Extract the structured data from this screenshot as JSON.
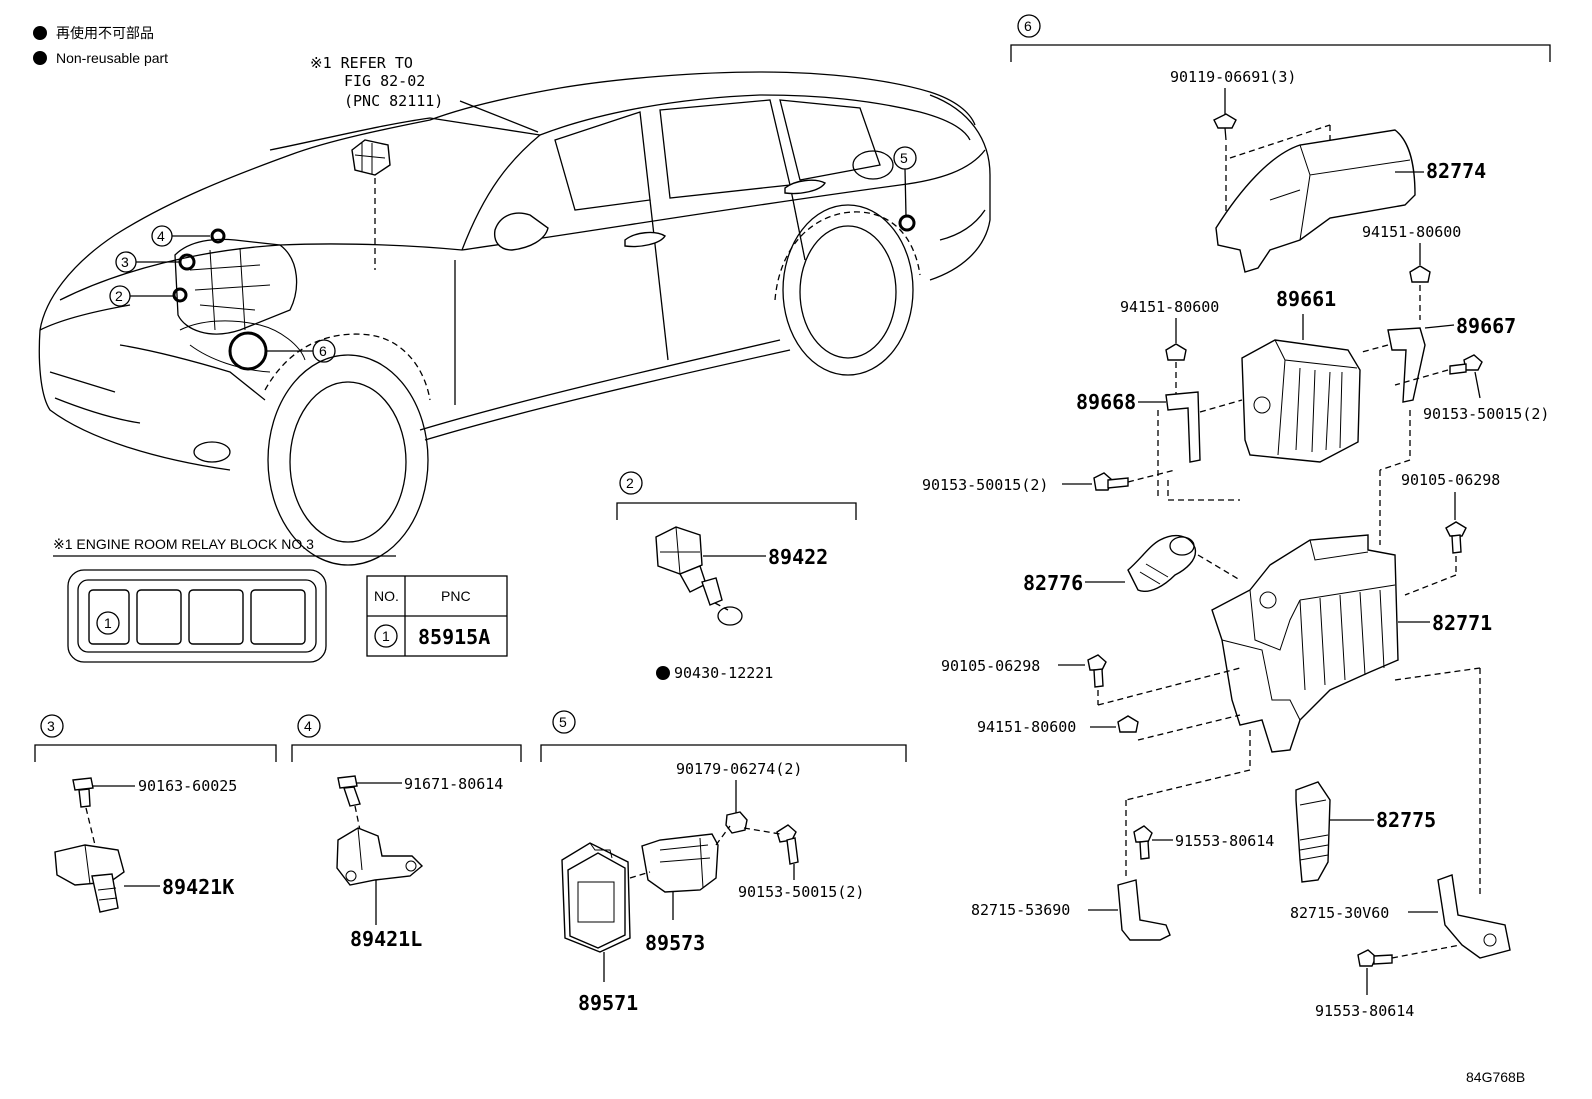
{
  "legend": {
    "line1": "再使用不可部品",
    "line2": "Non-reusable part"
  },
  "refer_note": {
    "line1": "※1 REFER TO",
    "line2": "FIG 82-02",
    "line3": "(PNC 82111)"
  },
  "relay_block": {
    "title": "※1 ENGINE ROOM RELAY BLOCK  NO.3",
    "slot1": "1",
    "table": {
      "col_no": "NO.",
      "col_pnc": "PNC",
      "row_no": "1",
      "row_pnc": "85915A"
    }
  },
  "callouts": {
    "c2": "2",
    "c3": "3",
    "c4": "4",
    "c5": "5",
    "c6": "6"
  },
  "group_markers": {
    "g2": "2",
    "g3": "3",
    "g4": "4",
    "g5": "5",
    "g6": "6"
  },
  "group2": {
    "sensor": "89422",
    "gasket": "90430-12221"
  },
  "group3": {
    "bolt": "90163-60025",
    "sensor": "89421K"
  },
  "group4": {
    "bolt": "91671-80614",
    "sensor": "89421L"
  },
  "group5": {
    "nut": "90179-06274(2)",
    "bolt": "90153-50015(2)",
    "bracket": "89573",
    "module": "89571"
  },
  "group6": {
    "screw_top": "90119-06691(3)",
    "cover": "82774",
    "nut_a": "94151-80600",
    "nut_b": "94151-80600",
    "ecu": "89661",
    "bracket_r": "89667",
    "bracket_l": "89668",
    "bolt_r": "90153-50015(2)",
    "bolt_l": "90153-50015(2)",
    "bolt_c": "90105-06298",
    "duct": "82776",
    "box": "82771",
    "bolt_d": "90105-06298",
    "nut_c": "94151-80600",
    "bolt_e": "91553-80614",
    "stay_l": "82715-53690",
    "grommet": "82775",
    "stay_r": "82715-30V60",
    "bolt_f": "91553-80614"
  },
  "figure_code": "84G768B"
}
